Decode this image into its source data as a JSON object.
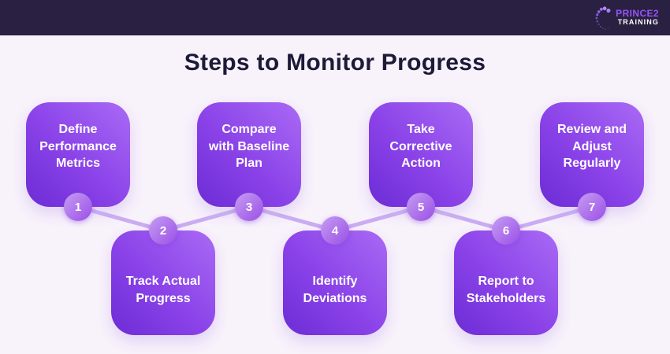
{
  "header": {
    "logo_line1": "PRINCE2",
    "logo_line2": "TRAINING"
  },
  "title": "Steps to Monitor Progress",
  "steps": [
    {
      "num": "1",
      "row": "top",
      "label": "Define Performance Metrics",
      "lines": [
        "Define",
        "Performance",
        "Metrics"
      ]
    },
    {
      "num": "2",
      "row": "bottom",
      "label": "Track Actual Progress",
      "lines": [
        "Track Actual",
        "Progress"
      ]
    },
    {
      "num": "3",
      "row": "top",
      "label": "Compare with Baseline Plan",
      "lines": [
        "Compare",
        "with Baseline",
        "Plan"
      ]
    },
    {
      "num": "4",
      "row": "bottom",
      "label": "Identify Deviations",
      "lines": [
        "Identify",
        "Deviations"
      ]
    },
    {
      "num": "5",
      "row": "top",
      "label": "Take Corrective Action",
      "lines": [
        "Take",
        "Corrective",
        "Action"
      ]
    },
    {
      "num": "6",
      "row": "bottom",
      "label": "Report to Stakeholders",
      "lines": [
        "Report to",
        "Stakeholders"
      ]
    },
    {
      "num": "7",
      "row": "top",
      "label": "Review and Adjust Regularly",
      "lines": [
        "Review and",
        "Adjust",
        "Regularly"
      ]
    }
  ],
  "colors": {
    "header_bg": "#2a2041",
    "page_bg": "#f8f2fb",
    "title_text": "#1d1a38",
    "card_gradient_light": "#a96af5",
    "card_gradient_dark": "#6c2cd5",
    "card_text": "#ffffff",
    "connector_line": "#c9acf2",
    "badge_gradient_light": "#c69df2",
    "badge_gradient_dark": "#9a4fe6",
    "badge_text": "#ffffff",
    "brand_purple": "#9355f6",
    "brand_white": "#ffffff"
  }
}
